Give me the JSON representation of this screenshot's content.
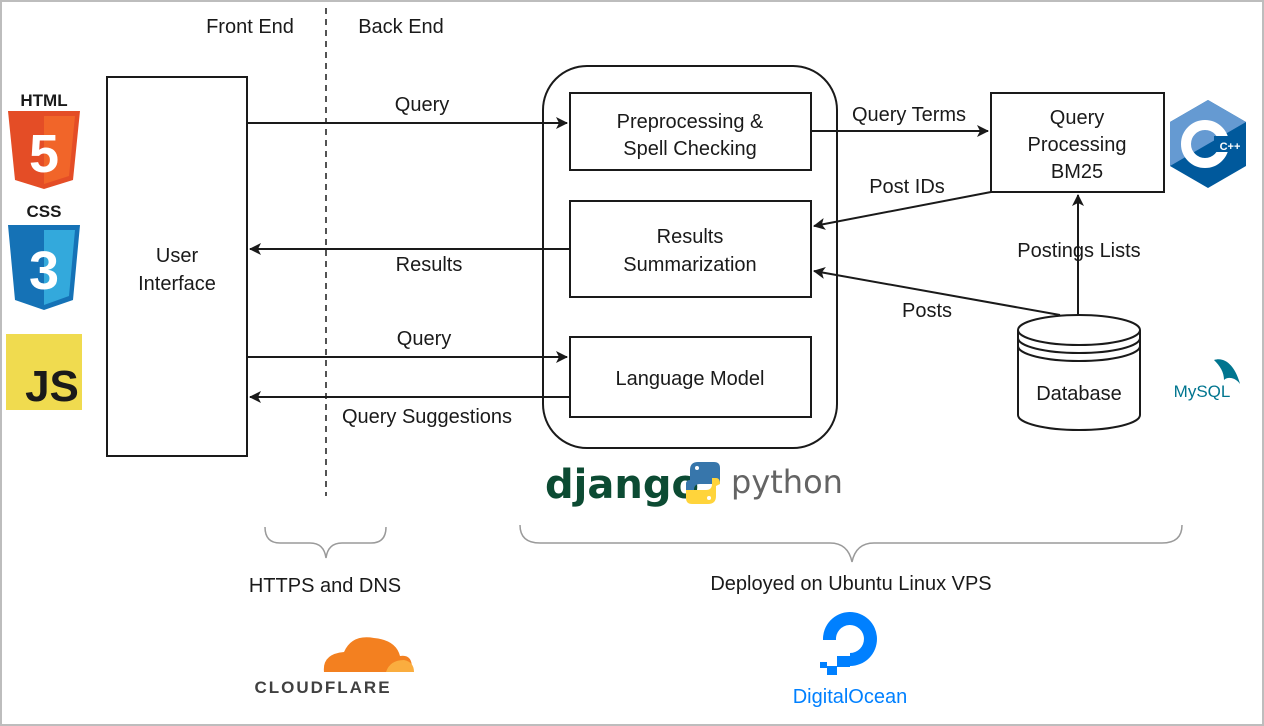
{
  "headers": {
    "front_end": "Front End",
    "back_end": "Back End"
  },
  "boxes": {
    "user_interface": [
      "User",
      "Interface"
    ],
    "preprocessing": [
      "Preprocessing &",
      "Spell Checking"
    ],
    "results_summarization": [
      "Results",
      "Summarization"
    ],
    "language_model": "Language Model",
    "query_processing": [
      "Query",
      "Processing",
      "BM25"
    ],
    "database": "Database"
  },
  "edges": {
    "query_top": "Query",
    "results": "Results",
    "query_bottom": "Query",
    "query_suggestions": "Query Suggestions",
    "query_terms": "Query Terms",
    "post_ids": "Post IDs",
    "postings_lists": "Postings Lists",
    "posts": "Posts"
  },
  "footer": {
    "https_dns": "HTTPS and DNS",
    "deployed": "Deployed on Ubuntu Linux VPS"
  },
  "logos": {
    "html": "HTML",
    "html_digit": "5",
    "css": "CSS",
    "css_digit": "3",
    "js": "JS",
    "cpp": "C++",
    "mysql": "MySQL",
    "django": "django",
    "python": "python",
    "cloudflare": "CLOUDFLARE",
    "digitalocean": "DigitalOcean"
  },
  "colors": {
    "html5": "#e44d26",
    "css3": "#1572b6",
    "js": "#f0db4f",
    "cpp": "#00599c",
    "mysql": "#00758f",
    "django": "#0c4b33",
    "python_blue": "#3776ab",
    "python_yellow": "#ffd43b",
    "cloudflare": "#f38020",
    "digitalocean": "#0080ff"
  }
}
